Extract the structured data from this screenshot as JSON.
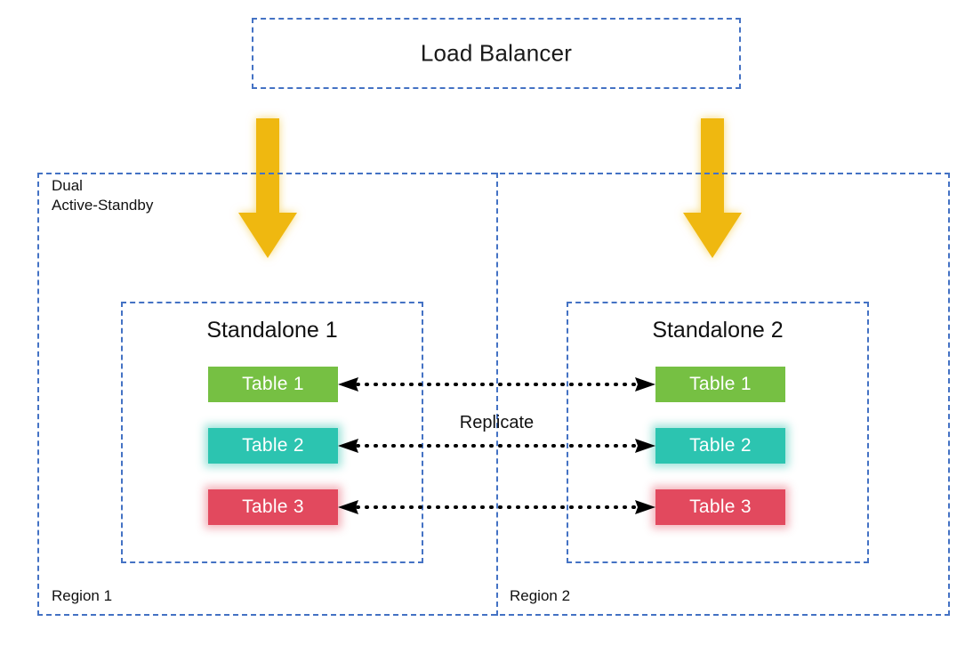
{
  "diagram": {
    "title": "Dual Active-Standby multi-region database replication diagram",
    "colors": {
      "dashed_border": "#4472C4",
      "arrow_gold": "#EFB810",
      "table1": "#76C043",
      "table2": "#2CC4B0",
      "table3": "#E2495E",
      "connector": "#000000",
      "text": "#111111"
    }
  },
  "load_balancer": {
    "label": "Load Balancer"
  },
  "traffic_arrows": [
    {
      "name": "traffic-arrow-region-1",
      "direction": "down"
    },
    {
      "name": "traffic-arrow-region-2",
      "direction": "down"
    }
  ],
  "dual_region": {
    "mode_label": "Dual\nActive-Standby",
    "regions": [
      {
        "label": "Region 1",
        "standalone_title": "Standalone 1"
      },
      {
        "label": "Region 2",
        "standalone_title": "Standalone 2"
      }
    ]
  },
  "tables": {
    "left": [
      {
        "label": "Table 1",
        "color": "#76C043",
        "glow": false
      },
      {
        "label": "Table 2",
        "color": "#2CC4B0",
        "glow": true
      },
      {
        "label": "Table 3",
        "color": "#E2495E",
        "glow": true
      }
    ],
    "right": [
      {
        "label": "Table 1",
        "color": "#76C043",
        "glow": false
      },
      {
        "label": "Table 2",
        "color": "#2CC4B0",
        "glow": true
      },
      {
        "label": "Table 3",
        "color": "#E2495E",
        "glow": true
      }
    ]
  },
  "replication": {
    "label": "Replicate",
    "style": "dotted",
    "arrowheads": "both",
    "connector_count": 3
  }
}
